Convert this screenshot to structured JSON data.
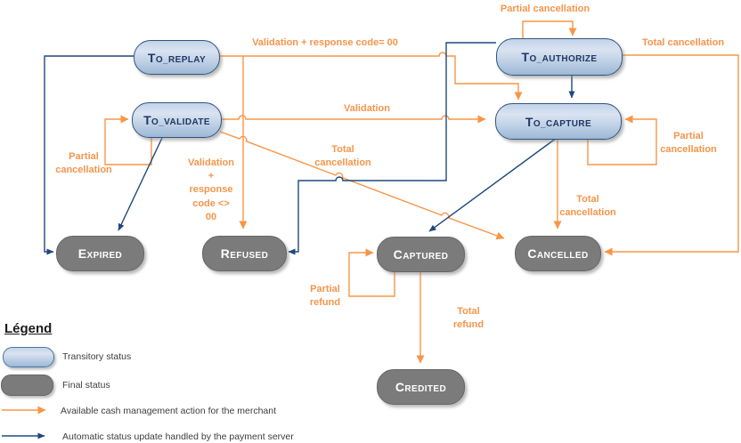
{
  "diagram": {
    "nodes": {
      "to_replay": "TO_REPLAY",
      "to_validate": "TO_VALIDATE",
      "to_authorize": "TO_AUTHORIZE",
      "to_capture": "TO_CAPTURE",
      "expired": "EXPIRED",
      "refused": "REFUSED",
      "captured": "CAPTURED",
      "cancelled": "CANCELLED",
      "credited": "CREDITED"
    },
    "edge_labels": {
      "authorize_partial_cancellation": "Partial cancellation",
      "replay_validation_ok": "Validation + response code= 00",
      "authorize_total_cancellation": "Total cancellation",
      "validate_validation": "Validation",
      "capture_partial_cancellation": "Partial\ncancellation",
      "validate_partial_cancellation": "Partial\ncancellation",
      "validate_total_cancellation": "Total\ncancellation",
      "replay_validation_ko": "Validation\n+\nresponse\ncode <>\n00",
      "capture_total_cancellation": "Total\ncancellation",
      "captured_partial_refund": "Partial\nrefund",
      "captured_total_refund": "Total\nrefund"
    }
  },
  "legend": {
    "title": "Légend",
    "items": [
      {
        "label": "Transitory status"
      },
      {
        "label": "Final status"
      },
      {
        "label": "Available cash management action for the merchant"
      },
      {
        "label": "Automatic status update handled by the payment server"
      }
    ]
  },
  "colors": {
    "action_orange": "#F79646",
    "automatic_blue": "#1F497D",
    "transitory_fill": "#C3D5E8",
    "final_fill": "#7B7B7B"
  }
}
